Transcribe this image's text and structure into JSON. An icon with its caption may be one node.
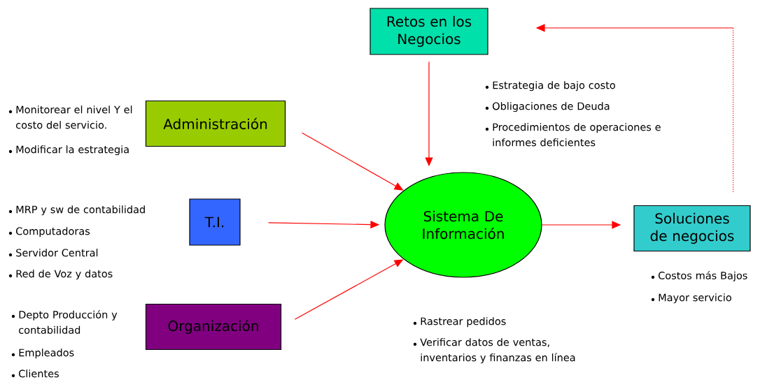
{
  "diagram": {
    "nodes": [
      {
        "text": [
          "Retos en los Negocios"
        ],
        "beside": [
          "Estrategia de bajo costo",
          "Obligaciones de Deuda",
          "Procedimientos de operaciones e informes deficientes"
        ]
      },
      {
        "text": [
          "Administración"
        ],
        "beside": [
          "Monitorear el nivel Y el costo del servicio.",
          "Modificar la estrategia"
        ]
      },
      {
        "text": [
          "T.I."
        ],
        "beside": [
          "MRP y sw de contabilidad",
          "Computadoras",
          "Servidor  Central",
          "Red de Voz y datos"
        ]
      },
      {
        "text": [
          "Organización"
        ],
        "beside": [
          "Depto Producción y contabilidad",
          "Empleados",
          "Clientes"
        ]
      },
      {
        "text": [
          "Sistema De Información"
        ],
        "beside": [
          "Rastrear pedidos",
          "Verificar datos de ventas, inventarios y finanzas en línea"
        ]
      },
      {
        "text": [
          "Soluciones de negocios"
        ],
        "beside": [
          "Costos más Bajos",
          "Mayor servicio"
        ]
      }
    ],
    "edges": [
      {
        "from": 0,
        "to": 4,
        "arrow": "to"
      },
      {
        "from": 1,
        "to": 4,
        "arrow": "to"
      },
      {
        "from": 2,
        "to": 4,
        "arrow": "to"
      },
      {
        "from": 3,
        "to": 4,
        "arrow": "to"
      },
      {
        "from": 4,
        "to": 5,
        "arrow": "to"
      },
      {
        "from": 5,
        "to": 0,
        "arrow": "to"
      }
    ]
  }
}
